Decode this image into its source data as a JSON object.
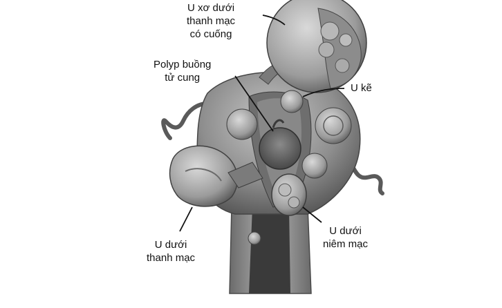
{
  "labels": {
    "pedunculated_subserosal": [
      "U xơ dưới",
      "thanh mạc",
      "có cuống"
    ],
    "polyp": [
      "Polyp buồng",
      "tử cung"
    ],
    "intramural": [
      "U kẽ"
    ],
    "subserosal": [
      "U dưới",
      "thanh mạc"
    ],
    "submucosal": [
      "U dưới",
      "niêm mạc"
    ]
  },
  "colors": {
    "ink": "#111111",
    "tissue_dark": "#5a5a5a",
    "tissue_mid": "#8d8d8d",
    "tissue_light": "#c4c4c4",
    "background": "#ffffff"
  }
}
